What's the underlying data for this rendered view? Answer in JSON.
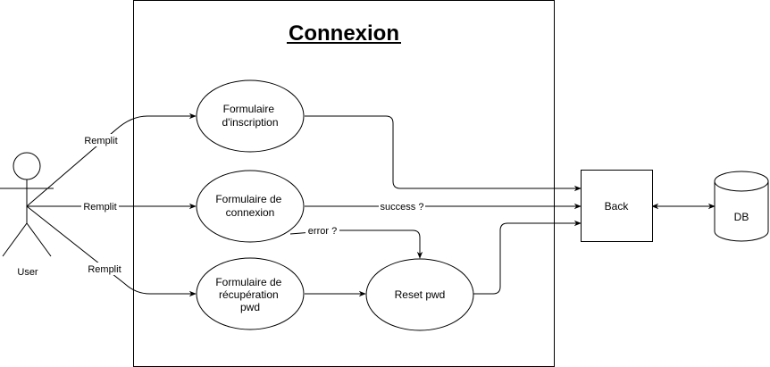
{
  "title": "Connexion",
  "actor": {
    "label": "User"
  },
  "nodes": {
    "inscription": [
      "Formulaire",
      "d'inscription"
    ],
    "connexion": [
      "Formulaire de",
      "connexion"
    ],
    "recuperation": [
      "Formulaire de",
      "récupération",
      "pwd"
    ],
    "reset": "Reset pwd",
    "back": "Back",
    "db": "DB"
  },
  "edges": {
    "remplit_1": "Remplit",
    "remplit_2": "Remplit",
    "remplit_3": "Remplit",
    "success": "success ?",
    "error": "error ?"
  },
  "colors": {
    "stroke": "#000000",
    "fill": "#ffffff"
  }
}
